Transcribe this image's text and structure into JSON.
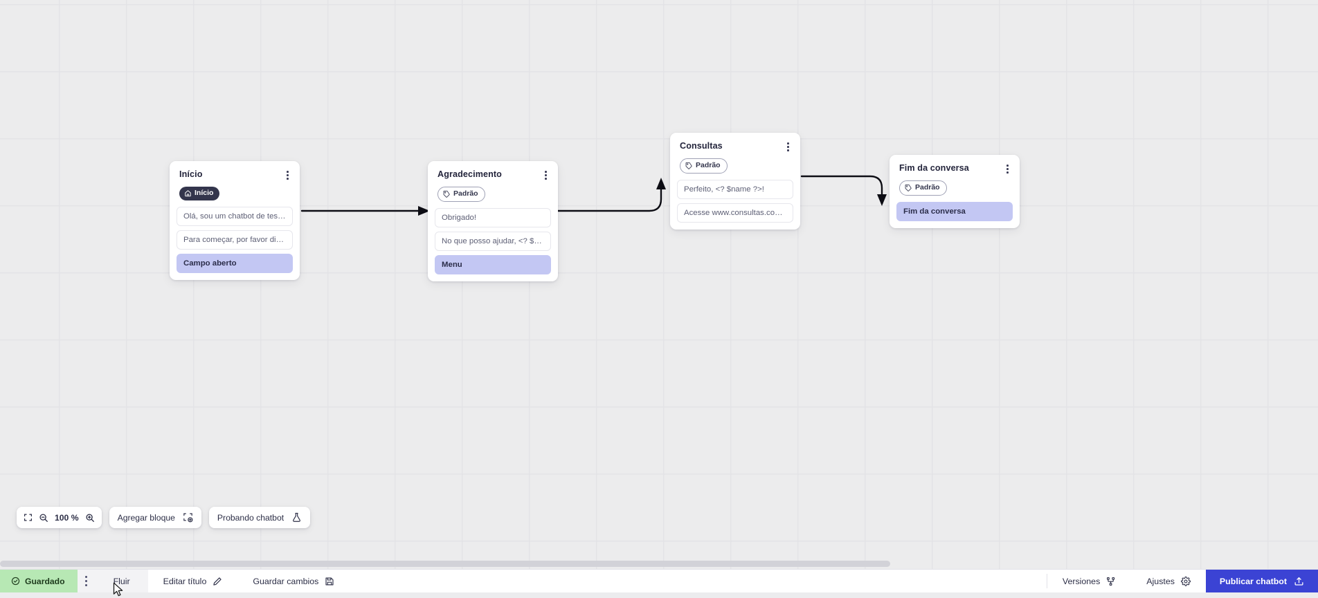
{
  "canvas": {
    "zoom_level": "100 %",
    "grid": true
  },
  "nodes": [
    {
      "id": "inicio",
      "title": "Início",
      "badge": {
        "label": "Início",
        "style": "dark",
        "icon": "home-icon"
      },
      "rows": [
        {
          "text": "Olá, sou um chatbot de teste!",
          "highlight": false
        },
        {
          "text": "Para começar, por favor digite o ...",
          "highlight": false
        },
        {
          "text": "Campo aberto",
          "highlight": true
        }
      ]
    },
    {
      "id": "agradecimento",
      "title": "Agradecimento",
      "badge": {
        "label": "Padrão",
        "style": "outline",
        "icon": "tag-icon"
      },
      "rows": [
        {
          "text": "Obrigado!",
          "highlight": false
        },
        {
          "text": "No que posso ajudar, <? $name ...",
          "highlight": false
        },
        {
          "text": "Menu",
          "highlight": true
        }
      ]
    },
    {
      "id": "consultas",
      "title": "Consultas",
      "badge": {
        "label": "Padrão",
        "style": "outline",
        "icon": "tag-icon"
      },
      "rows": [
        {
          "text": "Perfeito, <? $name ?>!",
          "highlight": false
        },
        {
          "text": "Acesse www.consultas.com par...",
          "highlight": false
        }
      ]
    },
    {
      "id": "fim",
      "title": "Fim da conversa",
      "badge": {
        "label": "Padrão",
        "style": "outline",
        "icon": "tag-icon"
      },
      "rows": [
        {
          "text": "Fim da conversa",
          "highlight": true
        }
      ]
    }
  ],
  "float_bar": {
    "fit_icon": "fit-screen-icon",
    "zoom_out_icon": "zoom-out-icon",
    "zoom_value": "100 %",
    "zoom_in_icon": "zoom-in-icon",
    "add_block_label": "Agregar bloque",
    "add_block_icon": "add-block-icon",
    "test_chatbot_label": "Probando chatbot",
    "test_chatbot_icon": "flask-icon"
  },
  "statusbar": {
    "saved_label": "Guardado",
    "saved_icon": "check-circle-icon",
    "overflow_icon": "more-vertical-icon",
    "flow_tab_label": "Fluir",
    "edit_title_label": "Editar título",
    "edit_title_icon": "pencil-icon",
    "save_changes_label": "Guardar cambios",
    "save_changes_icon": "save-icon",
    "versions_label": "Versiones",
    "versions_icon": "branch-icon",
    "settings_label": "Ajustes",
    "settings_icon": "gear-icon",
    "publish_label": "Publicar chatbot",
    "publish_icon": "upload-icon"
  },
  "colors": {
    "accent": "#3b43d4",
    "saved_green": "#b7e8b4",
    "highlight_row": "#c3c7f3",
    "badge_dark": "#33354c",
    "canvas_bg": "#ececed"
  }
}
